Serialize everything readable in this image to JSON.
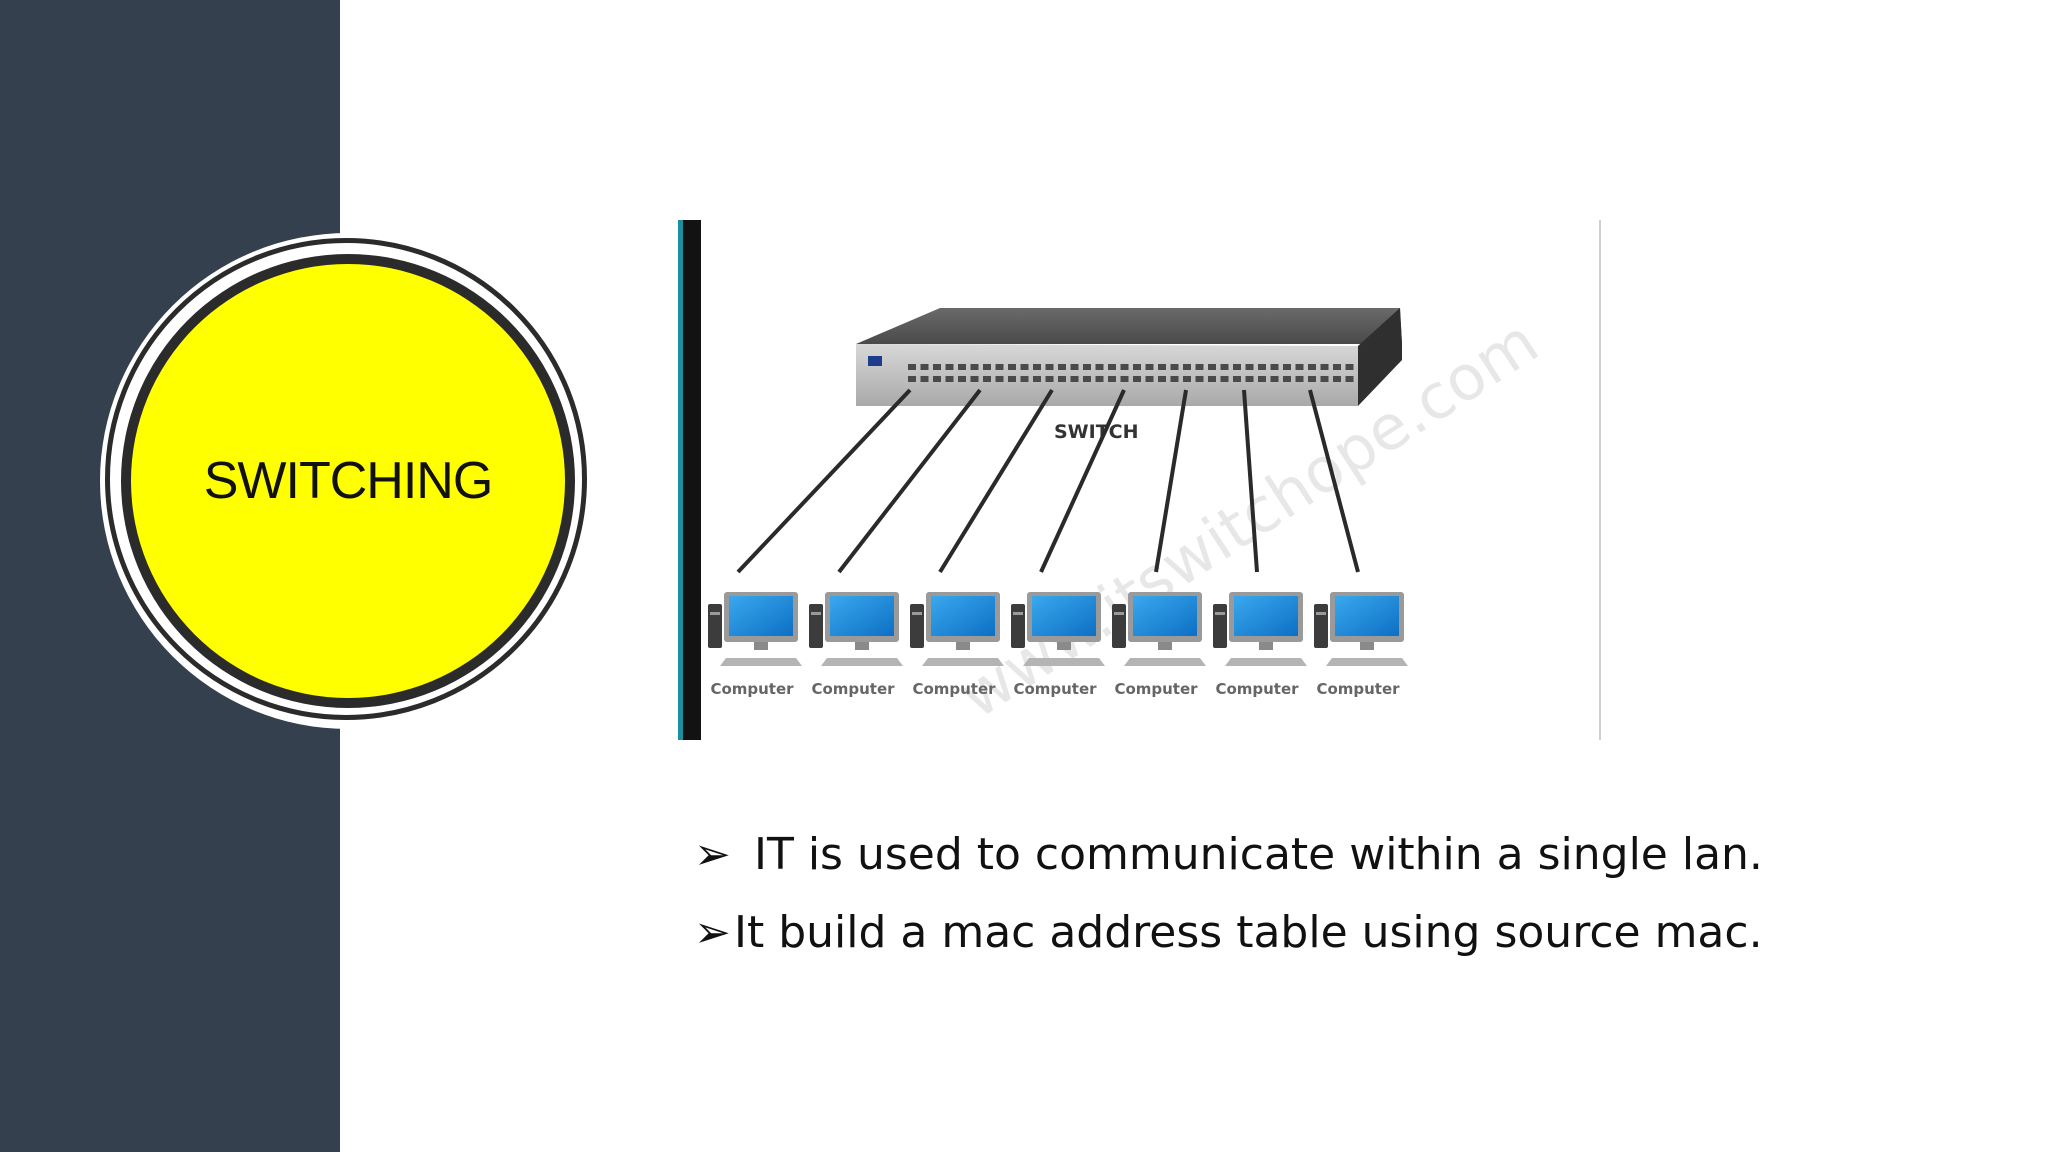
{
  "slide": {
    "title": "SWITCHING",
    "colors": {
      "sidebar": "#34404d",
      "title_circle": "#ffff00",
      "ring": "#2b2b2b"
    }
  },
  "diagram": {
    "switch_label": "SWITCH",
    "computer_label": "Computer",
    "computer_count": 7,
    "watermark": "www.itswitchope.com"
  },
  "bullets": [
    {
      "marker": "arrow-bullet-icon",
      "glyph": "➢",
      "text": " IT is used to communicate within a single lan."
    },
    {
      "marker": "arrow-bullet-icon",
      "glyph": "➢",
      "text": "It build a mac address table using source mac."
    }
  ]
}
